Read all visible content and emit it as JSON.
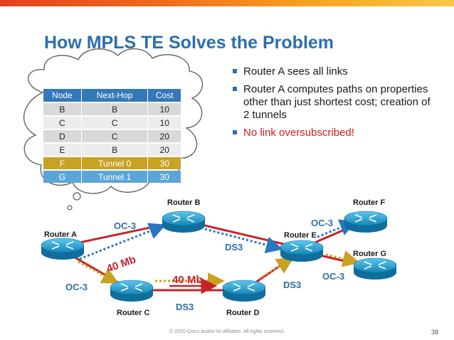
{
  "slide": {
    "title": "How MPLS TE Solves the Problem",
    "bullets": [
      "Router A sees all links",
      "Router A computes paths on properties other than just shortest cost; creation of 2 tunnels",
      "No link oversubscribed!"
    ],
    "footer": "© 2010 Cisco and/or its affiliates. All rights reserved.",
    "page_number": "38"
  },
  "routing_table": {
    "headers": [
      "Node",
      "Next-Hop",
      "Cost"
    ],
    "rows": [
      [
        "B",
        "B",
        "10"
      ],
      [
        "C",
        "C",
        "10"
      ],
      [
        "D",
        "C",
        "20"
      ],
      [
        "E",
        "B",
        "20"
      ],
      [
        "F",
        "Tunnel 0",
        "30"
      ],
      [
        "G",
        "Tunnel 1",
        "30"
      ]
    ]
  },
  "routers": {
    "a": "Router A",
    "b": "Router B",
    "c": "Router C",
    "d": "Router D",
    "e": "Router E",
    "f": "Router F",
    "g": "Router G"
  },
  "links": {
    "ab": "OC-3",
    "ac": "OC-3",
    "be": "DS3",
    "cd": "DS3",
    "de": "DS3",
    "ef": "OC-3",
    "eg": "OC-3"
  },
  "traffic": {
    "tunnel_upper": "40 Mb",
    "tunnel_lower": "40 Mb"
  },
  "colors": {
    "title": "#2a6fae",
    "link_red": "#c8232a",
    "tunnel_blue": "#2a77c0",
    "tunnel_gold": "#c9a224",
    "router": "#1c97c9"
  }
}
